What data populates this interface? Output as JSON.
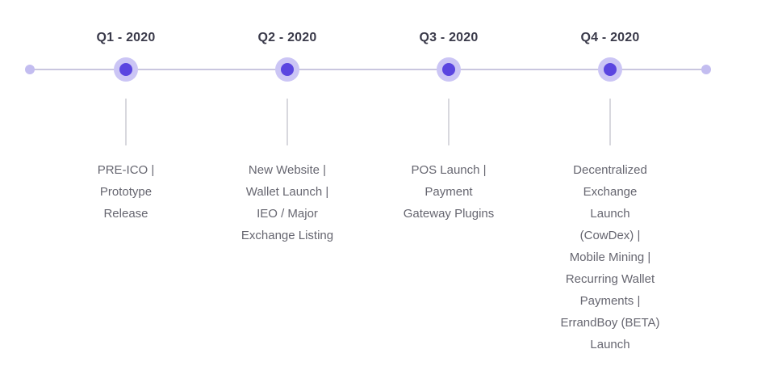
{
  "timeline": {
    "milestones": [
      {
        "quarter": "Q1 - 2020",
        "lines": [
          "PRE-ICO |",
          "Prototype",
          "Release"
        ]
      },
      {
        "quarter": "Q2 - 2020",
        "lines": [
          "New Website |",
          "Wallet Launch |",
          "IEO / Major",
          "Exchange Listing"
        ]
      },
      {
        "quarter": "Q3 - 2020",
        "lines": [
          "POS Launch |",
          "Payment",
          "Gateway Plugins"
        ]
      },
      {
        "quarter": "Q4 - 2020",
        "lines": [
          "Decentralized",
          "Exchange",
          "Launch",
          "(CowDex) |",
          "Mobile Mining |",
          "Recurring Wallet",
          "Payments |",
          "ErrandBoy (BETA)",
          "Launch"
        ]
      }
    ],
    "colors": {
      "line": "#c9c6df",
      "marker_core": "#5a45e0",
      "marker_ring": "#cbc5f5",
      "end_dot": "#c3bdf0",
      "connector": "#d8d8de",
      "heading_text": "#3a3a4a",
      "body_text": "#666670"
    }
  }
}
